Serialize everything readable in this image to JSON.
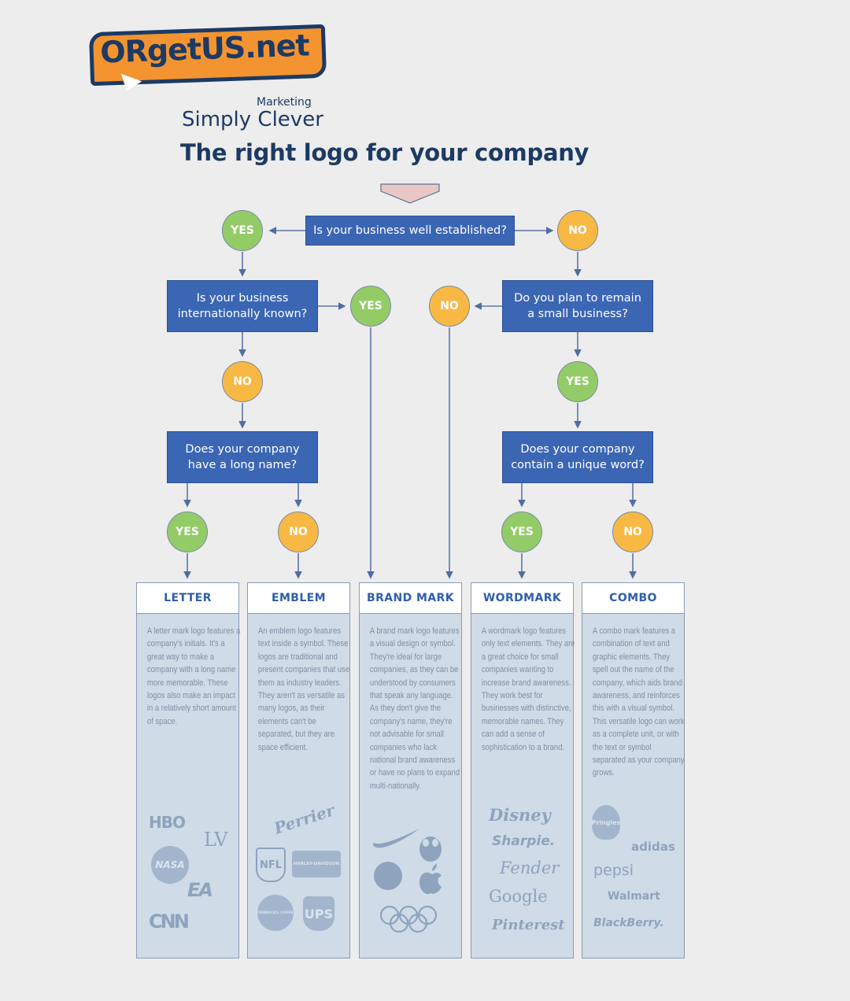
{
  "header": {
    "brand_name": "ORgetUS.net",
    "tagline_small": "Marketing",
    "tagline_big": "Simply Clever",
    "title": "The right logo for your company"
  },
  "flow": {
    "q_established": "Is your business well established?",
    "q_international": "Is your business internationally known?",
    "q_small": "Do you plan to remain a small business?",
    "q_long_name": "Does your company have a long name?",
    "q_unique_word": "Does your company contain a unique word?",
    "yes": "YES",
    "no": "NO"
  },
  "columns": [
    {
      "title": "LETTER",
      "description": "A letter mark logo features a company's initials. It's a great way to make a company with a long name more memorable. These logos also make an impact in a relatively short amount of space.",
      "logos": [
        "HBO",
        "LV",
        "NASA",
        "EA",
        "CNN"
      ]
    },
    {
      "title": "EMBLEM",
      "description": "An emblem logo features text inside a symbol. These logos are traditional and present companies that use them as industry leaders. They aren't as versatile as many logos, as their elements can't be separated, but they are space efficient.",
      "logos": [
        "Perrier",
        "NFL",
        "HARLEY-DAVIDSON",
        "STARBUCKS COFFEE",
        "UPS"
      ]
    },
    {
      "title": "BRAND MARK",
      "description": "A brand mark logo features a visual design or symbol. They're ideal for large companies, as they can be understood by consumers that speak any language. As they don't give the company's name, they're not advisable for small companies who lack national brand awareness or have no plans to expand multi-nationally.",
      "logos": [
        "swoosh",
        "panda",
        "globe",
        "apple",
        "rings"
      ]
    },
    {
      "title": "WORDMARK",
      "description": "A wordmark logo features only text elements. They are a great choice for small companies wanting to increase brand awareness. They work best for businesses with distinctive, memorable names. They can add a sense of sophistication to a brand.",
      "logos": [
        "Disney",
        "Sharpie.",
        "Fender",
        "Google",
        "Pinterest"
      ]
    },
    {
      "title": "COMBO",
      "description": "A combo mark features a combination of text and graphic elements. They spell out the name of the company, which aids brand awareness, and reinforces this with a visual symbol. This versatile logo can work as a complete unit, or with the text or symbol separated as your company grows.",
      "logos": [
        "Pringles",
        "adidas",
        "pepsi",
        "Walmart",
        "BlackBerry."
      ]
    }
  ],
  "colors": {
    "background": "#ededed",
    "navy": "#1c3a63",
    "orange": "#f39431",
    "question_blue": "#3b66b4",
    "yes_green": "#93cc67",
    "no_yellow": "#f7b944",
    "column_fill": "#cfdbe6",
    "column_title": "#2f5eaa"
  }
}
